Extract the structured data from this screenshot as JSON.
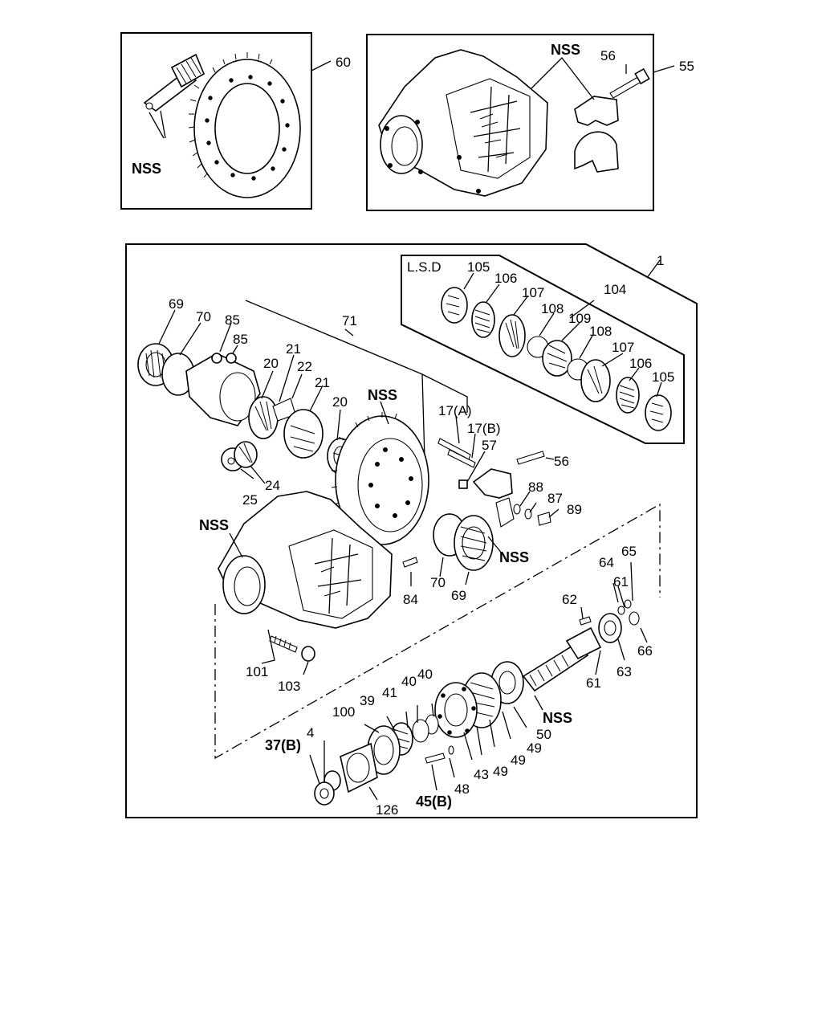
{
  "diagram": {
    "inset_left": {
      "callout_part": "60",
      "callout_nss": "NSS"
    },
    "inset_right": {
      "callout_nss": "NSS",
      "callout_bolt": "56",
      "callout_assembly": "55"
    },
    "main": {
      "callout_assembly": "1",
      "lsd": {
        "title": "L.S.D",
        "callout_group": "104",
        "labels": [
          "105",
          "106",
          "107",
          "108",
          "109",
          "108",
          "107",
          "106",
          "105"
        ]
      },
      "labels": {
        "p69a": "69",
        "p70a": "70",
        "p85a": "85",
        "p85b": "85",
        "p71": "71",
        "p21a": "21",
        "p20a": "20",
        "p22": "22",
        "p21b": "21",
        "p20b": "20",
        "nss_gear": "NSS",
        "p17a": "17(A)",
        "p17b": "17(B)",
        "p57": "57",
        "p56": "56",
        "p24": "24",
        "p25": "25",
        "nss_housing": "NSS",
        "p88": "88",
        "p87": "87",
        "p89": "89",
        "nss_cap": "NSS",
        "p84": "84",
        "p70b": "70",
        "p69b": "69",
        "p65": "65",
        "p64": "64",
        "p61a": "61",
        "p62": "62",
        "p66": "66",
        "p61b": "61",
        "p63": "63",
        "p101": "101",
        "p103": "103",
        "p40a": "40",
        "p40b": "40",
        "p41": "41",
        "p39": "39",
        "p100": "100",
        "nss_pinion": "NSS",
        "p50": "50",
        "p49a": "49",
        "p49b": "49",
        "p49c": "49",
        "p43": "43",
        "p37b": "37(B)",
        "p4": "4",
        "p48": "48",
        "p45b": "45(B)",
        "p126": "126"
      }
    }
  }
}
